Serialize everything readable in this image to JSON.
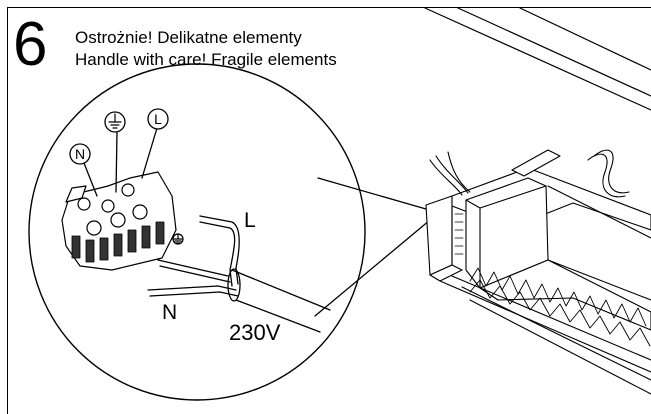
{
  "step": {
    "number": "6",
    "caption_pl": "Ostrożnie! Delikatne elementy",
    "caption_en": "Handle with care! Fragile elements"
  },
  "terminal_markings": {
    "neutral": "N",
    "earth": "⏚",
    "live": "L"
  },
  "wire_labels": {
    "live": "L",
    "neutral": "N",
    "voltage": "230V"
  },
  "icons": [
    "earth-symbol-icon",
    "terminal-block-icon",
    "heater-unit-icon"
  ]
}
